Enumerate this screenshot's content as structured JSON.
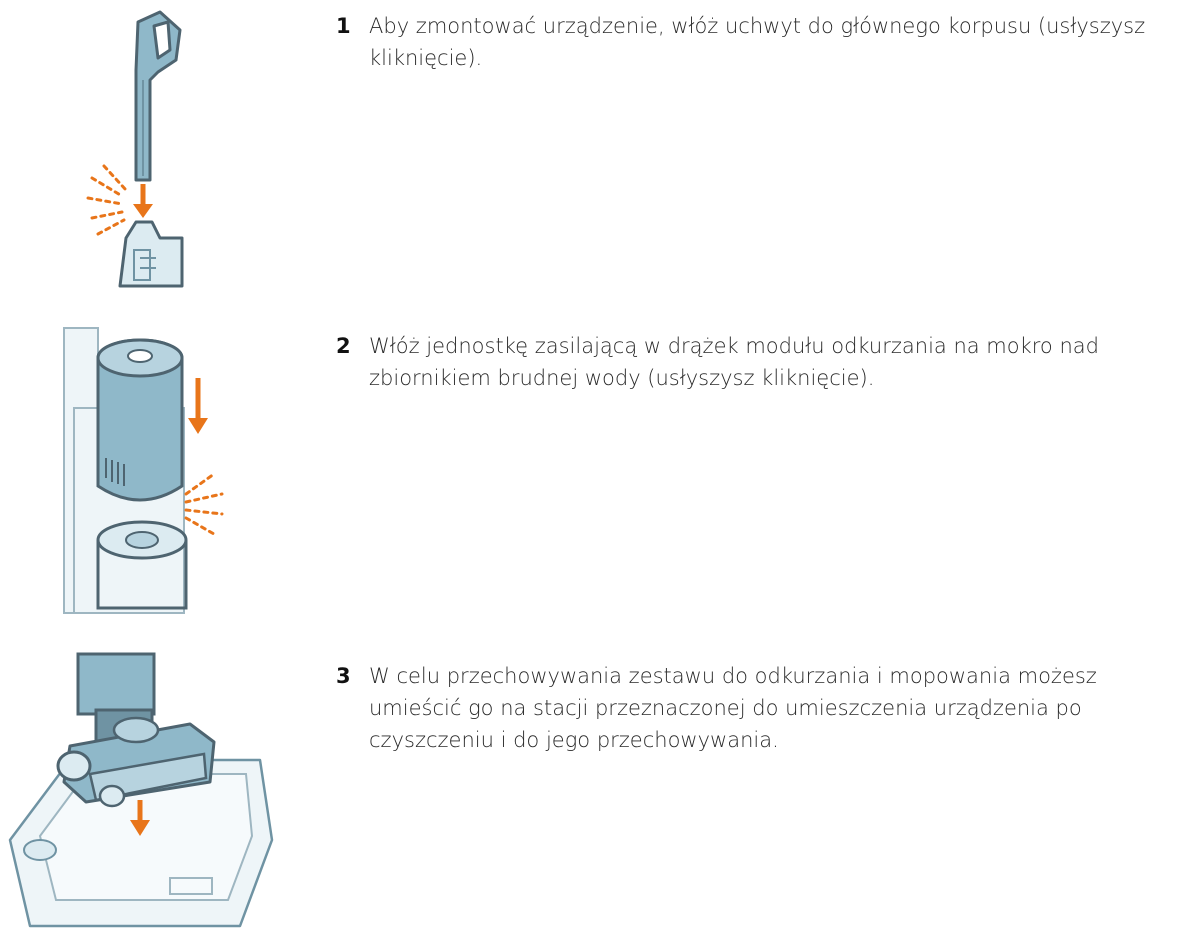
{
  "colors": {
    "accent_orange": "#E8751A",
    "device_blue": "#8FB8C9",
    "device_light": "#DCEBF1",
    "outline": "#4E6470"
  },
  "steps": [
    {
      "number": "1",
      "text": "Aby zmontować urządzenie, włóż uchwyt do głównego korpusu (usłyszysz kliknięcie).",
      "illustration_icon": "handle-insert-icon"
    },
    {
      "number": "2",
      "text": "Włóż jednostkę zasilającą w drążek modułu odkurzania na mokro nad zbiornikiem brudnej wody (usłyszysz kliknięcie).",
      "illustration_icon": "power-unit-insert-icon"
    },
    {
      "number": "3",
      "text": "W celu przechowywania zestawu do odkurzania i mopowania możesz umieścić go na stacji przeznaczonej do umieszczenia urządzenia po czyszczeniu i do jego przechowywania.",
      "illustration_icon": "docking-station-icon"
    }
  ]
}
